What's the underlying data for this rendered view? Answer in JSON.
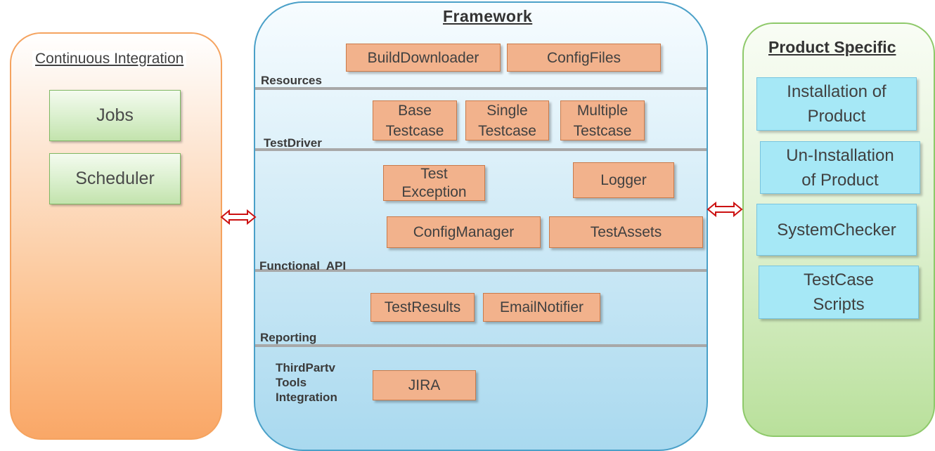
{
  "ci": {
    "title": "Continuous Integration",
    "items": [
      "Jobs",
      "Scheduler"
    ]
  },
  "framework": {
    "title": "Framework",
    "layers": {
      "resources": "Resources",
      "test_driver": "TestDriver",
      "functional_api": "Functional  API",
      "reporting": "Reporting",
      "third_party": [
        "ThirdPartv",
        "Tools",
        "Integration"
      ]
    },
    "resources": [
      "BuildDownloader",
      "ConfigFiles"
    ],
    "test_driver": [
      [
        "Base",
        "Testcase"
      ],
      [
        "Single",
        "Testcase"
      ],
      [
        "Multiple",
        "Testcase"
      ]
    ],
    "functional_api": {
      "test_exception": [
        "Test",
        "Exception"
      ],
      "logger": "Logger",
      "config_manager": "ConfigManager",
      "test_assets": "TestAssets"
    },
    "reporting": [
      "TestResults",
      "EmailNotifier"
    ],
    "third_party_tools": [
      "JIRA"
    ]
  },
  "product_specific": {
    "title": "Product Specific",
    "items": [
      [
        "Installation of",
        "Product"
      ],
      [
        "Un-Installation",
        "of Product"
      ],
      [
        "SystemChecker"
      ],
      [
        "TestCase",
        "Scripts"
      ]
    ]
  },
  "colors": {
    "ci_border": "#f5a35f",
    "framework_border": "#4aa0c8",
    "product_border": "#8ec96a",
    "orange_box": "#f2b28c",
    "green_box": "#d9efcc",
    "cyan_box": "#a6e8f6",
    "arrow": "#cc1111"
  }
}
